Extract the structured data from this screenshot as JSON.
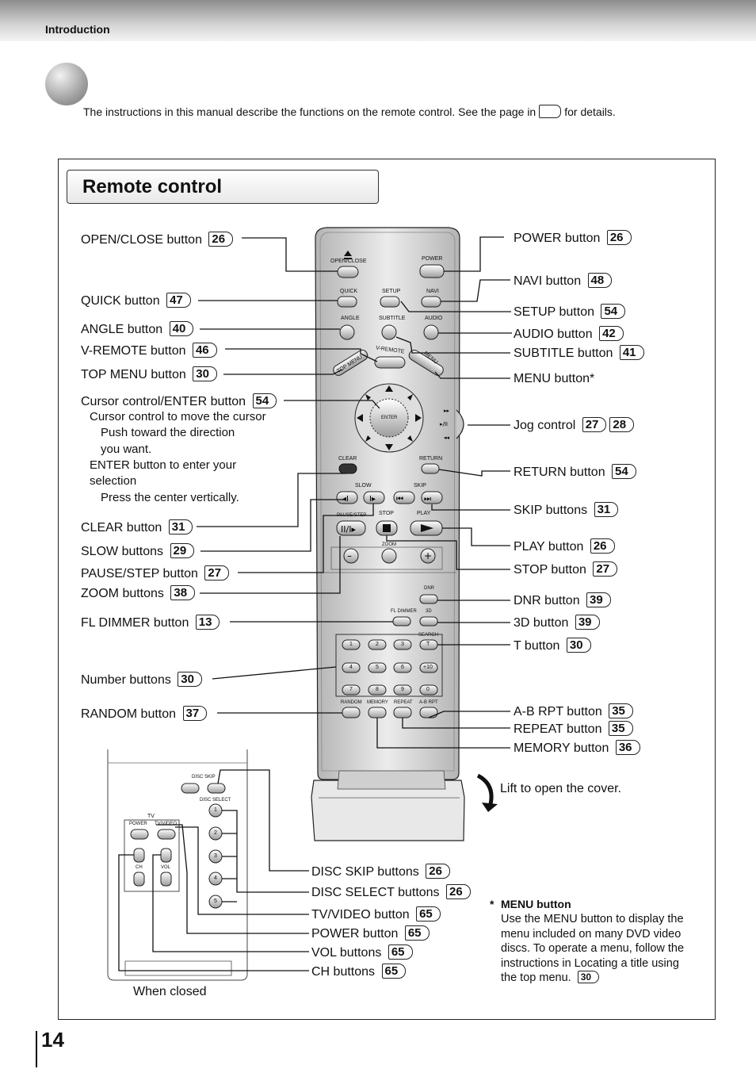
{
  "header": {
    "section": "Introduction"
  },
  "intro": {
    "text_before": "The instructions in this manual describe the functions on the remote control. See the page in",
    "text_after": "for details."
  },
  "title": "Remote control",
  "labels": {
    "open_close": {
      "text": "OPEN/CLOSE button",
      "page": "26"
    },
    "quick": {
      "text": "QUICK button",
      "page": "47"
    },
    "angle": {
      "text": "ANGLE button",
      "page": "40"
    },
    "vremote": {
      "text": "V-REMOTE button",
      "page": "46"
    },
    "topmenu": {
      "text": "TOP MENU button",
      "page": "30"
    },
    "cursor": {
      "text": "Cursor control/ENTER button",
      "page": "54"
    },
    "cursor_d1": "Cursor control    to move the cursor",
    "cursor_d2": "Push toward the direction",
    "cursor_d3": "you want.",
    "cursor_d4": "ENTER button    to enter your",
    "cursor_d5": "selection",
    "cursor_d6": "Press the center vertically.",
    "clear": {
      "text": "CLEAR button",
      "page": "31"
    },
    "slow": {
      "text": "SLOW buttons",
      "page": "29"
    },
    "pause": {
      "text": "PAUSE/STEP button",
      "page": "27"
    },
    "zoom": {
      "text": "ZOOM buttons",
      "page": "38"
    },
    "fldimmer": {
      "text": "FL DIMMER button",
      "page": "13"
    },
    "number": {
      "text": "Number buttons",
      "page": "30"
    },
    "random": {
      "text": "RANDOM button",
      "page": "37"
    },
    "power": {
      "text": "POWER button",
      "page": "26"
    },
    "navi": {
      "text": "NAVI button",
      "page": "48"
    },
    "setup": {
      "text": "SETUP button",
      "page": "54"
    },
    "audio": {
      "text": "AUDIO button",
      "page": "42"
    },
    "subtitle": {
      "text": "SUBTITLE button",
      "page": "41"
    },
    "menu": {
      "text": "MENU button*"
    },
    "jog": {
      "text": "Jog control",
      "page": "27",
      "page2": "28"
    },
    "return": {
      "text": "RETURN button",
      "page": "54"
    },
    "skip": {
      "text": "SKIP buttons",
      "page": "31"
    },
    "play": {
      "text": "PLAY button",
      "page": "26"
    },
    "stop": {
      "text": "STOP button",
      "page": "27"
    },
    "dnr": {
      "text": "DNR button",
      "page": "39"
    },
    "threed": {
      "text": "3D button",
      "page": "39"
    },
    "t": {
      "text": "T button",
      "page": "30"
    },
    "abrpt": {
      "text": "A-B RPT button",
      "page": "35"
    },
    "repeat": {
      "text": "REPEAT button",
      "page": "35"
    },
    "memory": {
      "text": "MEMORY button",
      "page": "36"
    },
    "lift": "Lift to open the cover.",
    "discskip": {
      "text": "DISC SKIP buttons",
      "page": "26"
    },
    "discselect": {
      "text": "DISC SELECT buttons",
      "page": "26"
    },
    "tvvideo": {
      "text": "TV/VIDEO button",
      "page": "65"
    },
    "tvpower": {
      "text": "POWER button",
      "page": "65"
    },
    "vol": {
      "text": "VOL buttons",
      "page": "65"
    },
    "ch": {
      "text": "CH buttons",
      "page": "65"
    },
    "closed": "When closed"
  },
  "note": {
    "star": "*",
    "heading": "MENU button",
    "lines": [
      "Use the MENU button to display the",
      "menu included on many DVD video",
      "discs. To operate a menu, follow the",
      "instructions in  Locating a title using",
      "the top menu."
    ],
    "page": "30"
  },
  "remote": {
    "open_close": "OPEN/CLOSE",
    "power": "POWER",
    "quick": "QUICK",
    "setup": "SETUP",
    "navi": "NAVI",
    "angle": "ANGLE",
    "subtitle": "SUBTITLE",
    "audio": "AUDIO",
    "top_menu": "TOP MENU",
    "v_remote": "V-REMOTE",
    "menu": "MENU",
    "enter": "ENTER",
    "clear": "CLEAR",
    "return": "RETURN",
    "slow": "SLOW",
    "skip": "SKIP",
    "pause_step": "PAUSE/STEP",
    "stop": "STOP",
    "play": "PLAY",
    "zoom": "ZOOM",
    "dnr": "DNR",
    "fl_dimmer": "FL DIMMER",
    "three_d": "3D",
    "search": "SEARCH",
    "t": "T",
    "keys": [
      "1",
      "2",
      "3",
      "4",
      "5",
      "6",
      "+10",
      "7",
      "8",
      "9",
      "0"
    ],
    "random": "RANDOM",
    "memory": "MEMORY",
    "repeat": "REPEAT",
    "ab_rpt": "A-B RPT"
  },
  "closed": {
    "disc_skip": "DISC SKIP",
    "disc_select": "DISC SELECT",
    "tv": "TV",
    "power": "POWER",
    "tv_video": "TV/VIDEO",
    "ch": "CH",
    "vol": "VOL",
    "disc_keys": [
      "1",
      "2",
      "3",
      "4",
      "5"
    ]
  },
  "page_number": "14"
}
